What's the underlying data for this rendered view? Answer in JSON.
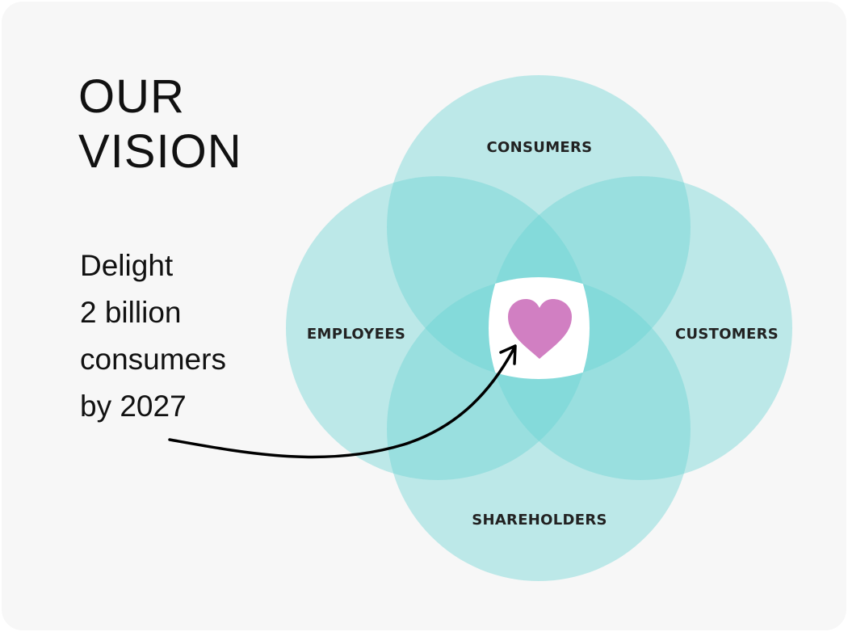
{
  "title": {
    "line1": "OUR",
    "line2": "VISION"
  },
  "vision": {
    "line1": "Delight",
    "line2": "2 billion",
    "line3": "consumers",
    "line4": "by 2027"
  },
  "diagram": {
    "circles": [
      "CONSUMERS",
      "EMPLOYEES",
      "CUSTOMERS",
      "SHAREHOLDERS"
    ],
    "center_icon": "heart-icon"
  },
  "colors": {
    "circle": "#64d2d2",
    "heart": "#d17fc2",
    "background": "#f7f7f7"
  }
}
